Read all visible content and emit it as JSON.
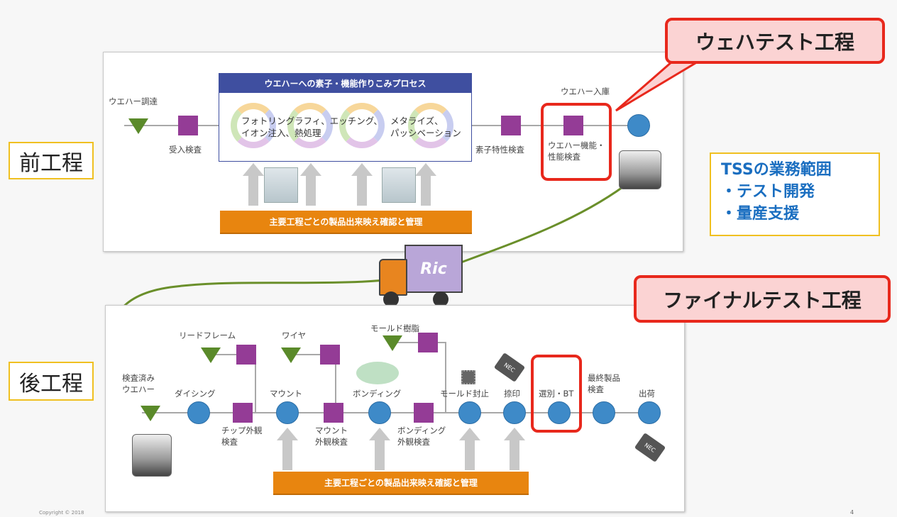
{
  "front": {
    "side_label": "前工程",
    "process_box_title": "ウエハーへの素子・機能作りこみプロセス",
    "process_text_1": "フォトリングラフィ、エッチング、\nイオン注入、熱処理",
    "process_text_2": "メタライズ、\nパッシベーション",
    "nodes": {
      "procure": "ウエハー調達",
      "incoming": "受入検査",
      "device_test": "素子特性検査",
      "function_test": "ウエハー機能・\n性能検査",
      "storage": "ウエハー入庫"
    },
    "bar": "主要工程ごとの製品出来映え確認と管理",
    "callout": "ウェハテスト工程"
  },
  "tss": {
    "title": "TSSの業務範囲",
    "items": [
      "・テスト開発",
      "・量産支援"
    ]
  },
  "truck_logo": "Ric",
  "back": {
    "side_label": "後工程",
    "nodes": {
      "wafer": "検査済み\nウエハー",
      "dicing": "ダイシング",
      "chip_insp": "チップ外観\n検査",
      "mount": "マウント",
      "mount_insp": "マウント\n外観検査",
      "bonding": "ボンディング",
      "bonding_insp": "ボンディング\n外観検査",
      "mold": "モールド封止",
      "marking": "捺印",
      "sort_bt": "選別・BT",
      "final_insp": "最終製品\n検査",
      "ship": "出荷"
    },
    "materials": {
      "leadframe": "リードフレーム",
      "wire": "ワイヤ",
      "resin": "モールド樹脂"
    },
    "chip_marking": "NEC",
    "bar": "主要工程ごとの製品出来映え確認と管理",
    "callout": "ファイナルテスト工程"
  },
  "footer": {
    "copyright": "Copyright © 2018",
    "page": "4"
  },
  "colors": {
    "inspection": "#943c96",
    "process": "#3e8ac8",
    "material": "#5a8a2a",
    "highlight": "#e8281c",
    "bar": "#e8850f",
    "tss_text": "#1a6ec0"
  }
}
